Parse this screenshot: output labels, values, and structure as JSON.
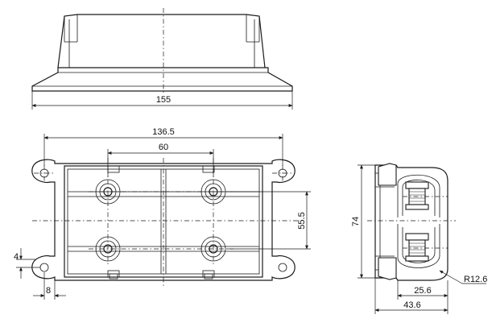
{
  "dimensions": {
    "overall_length": "155",
    "mount_hole_spacing": "136.5",
    "terminal_spacing_horizontal": "60",
    "terminal_spacing_vertical": "55.5",
    "mount_hole_offset_vertical": "4",
    "mount_hole_offset_horizontal": "8",
    "overall_width": "74",
    "side_depth_inner": "25.6",
    "side_depth_total": "43.6",
    "corner_radius": "R12.6"
  }
}
